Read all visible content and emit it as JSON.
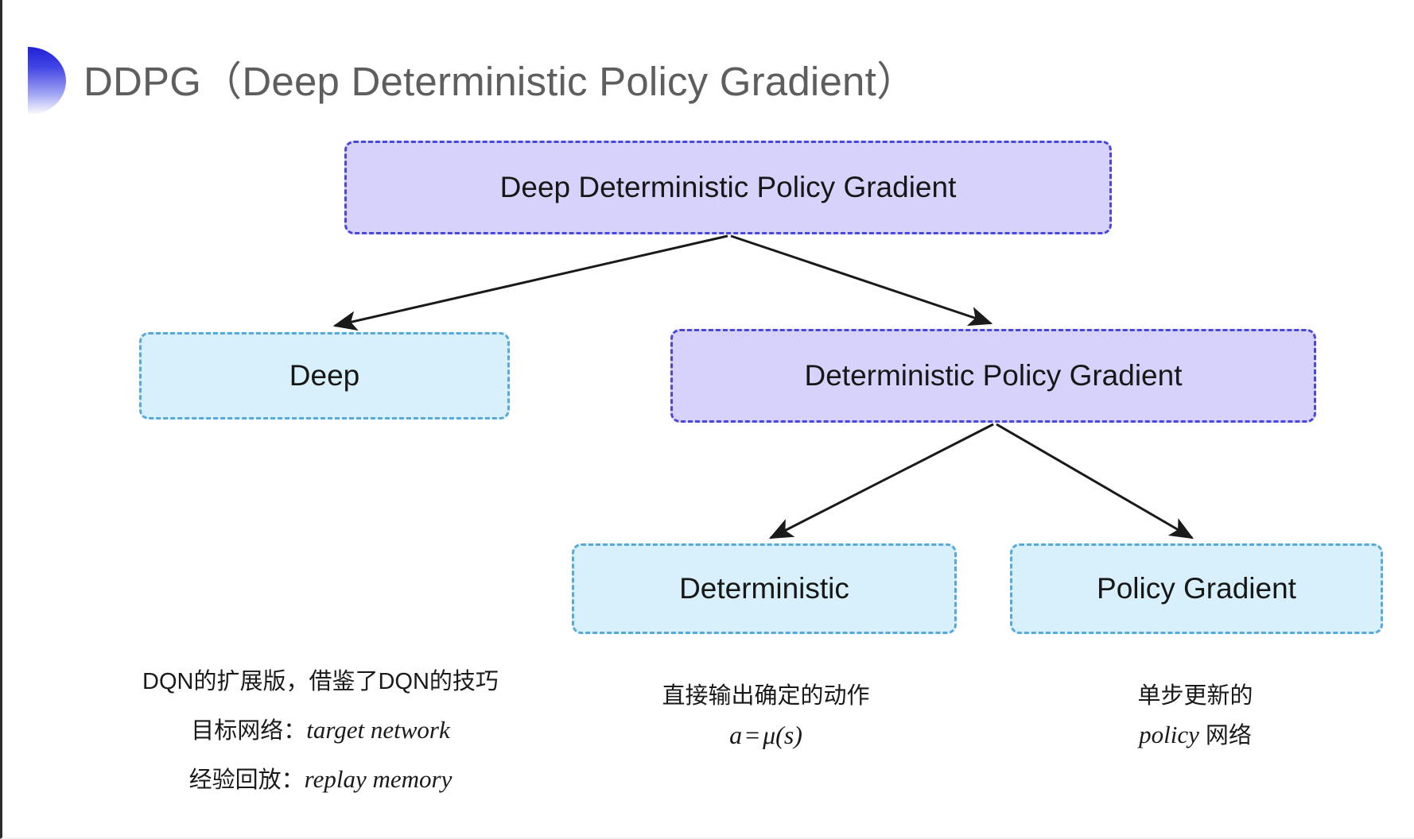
{
  "slide": {
    "title": "DDPG（Deep Deterministic Policy Gradient）",
    "bullet_icon": "half-circle-bullet-icon",
    "background_color": "#ffffff"
  },
  "colors": {
    "purple_fill": "#d6d2fb",
    "purple_border": "#4b47db",
    "cyan_fill": "#d8f0fb",
    "cyan_border": "#58a9d9",
    "title_text": "#5e5e5e",
    "arrow": "#1a1a1a"
  },
  "diagram": {
    "type": "tree",
    "nodes": [
      {
        "id": "root",
        "label": "Deep Deterministic Policy Gradient",
        "style": "purple"
      },
      {
        "id": "deep",
        "label": "Deep",
        "style": "cyan"
      },
      {
        "id": "dpg",
        "label": "Deterministic Policy Gradient",
        "style": "purple"
      },
      {
        "id": "det",
        "label": "Deterministic",
        "style": "cyan"
      },
      {
        "id": "pg",
        "label": "Policy Gradient",
        "style": "cyan"
      }
    ],
    "edges": [
      {
        "from": "root",
        "to": "deep"
      },
      {
        "from": "root",
        "to": "dpg"
      },
      {
        "from": "dpg",
        "to": "det"
      },
      {
        "from": "dpg",
        "to": "pg"
      }
    ]
  },
  "captions": {
    "deep": {
      "line1": "DQN的扩展版，借鉴了DQN的技巧",
      "line2_label": "目标网络：",
      "line2_value": "target network",
      "line3_label": "经验回放：",
      "line3_value": "replay memory"
    },
    "deterministic": {
      "line1": "直接输出确定的动作",
      "formula_lhs": "a",
      "formula_op": "=",
      "formula_rhs": "μ(s)"
    },
    "policy_gradient": {
      "line1": "单步更新的",
      "line2_value": "policy",
      "line2_suffix": " 网络"
    }
  }
}
